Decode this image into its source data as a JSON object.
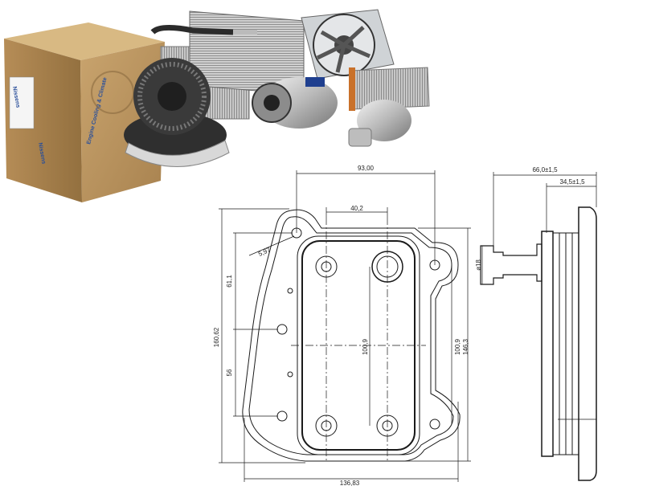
{
  "brand": {
    "logo_text": "Nissens",
    "box_slogan": "Engine Cooling & Climate"
  },
  "products": [
    {
      "name": "cardboard-box"
    },
    {
      "name": "blower-motor"
    },
    {
      "name": "evaporator"
    },
    {
      "name": "condenser"
    },
    {
      "name": "radiator-fan"
    },
    {
      "name": "ac-compressor"
    },
    {
      "name": "heater-core"
    },
    {
      "name": "receiver-drier"
    },
    {
      "name": "ac-hose"
    }
  ],
  "dimensions": {
    "top_width": "93,00",
    "port_spacing": "40,2",
    "hole_dia": "5,97",
    "left_upper": "61,1",
    "total_height": "160,62",
    "left_lower": "56",
    "center_height": "100,9",
    "right_inner": "100,9",
    "right_outer": "146,3",
    "bottom_width": "136,83",
    "side_depth": "66,0±1,5",
    "side_flange": "34,5±1,5",
    "nozzle_dia": "ø18"
  }
}
